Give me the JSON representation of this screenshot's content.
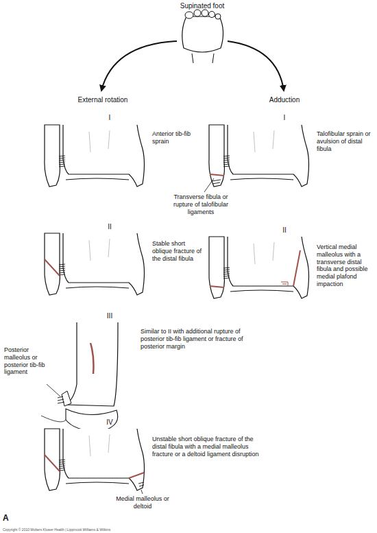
{
  "diagram": {
    "labels": [
      "Supinated foot",
      "External rotation",
      "Adduction",
      "I",
      "Anterior tib-fib sprain",
      "I",
      "Talofibular sprain or avulsion of distal fibula",
      "Transverse fibula or rupture of talofibular ligaments",
      "II",
      "Stable short oblique fracture of the distal fibula",
      "II",
      "Vertical medial malleolus with a transverse distal fibula and possible medial plafond impaction",
      "III",
      "Similar to II with additional rupture of posterior tib-fib ligament or fracture of posterior margin",
      "Posterior malleolus or posterior tib-fib ligament",
      "IV",
      "Unstable short oblique fracture of the distal fibula with a medial malleolus fracture or a deltoid ligament disruption",
      "Medial malleolus or deltoid",
      "A",
      "Copyright © 2010 Wolters Kluwer Health | Lippincott Williams & Wilkins"
    ]
  }
}
